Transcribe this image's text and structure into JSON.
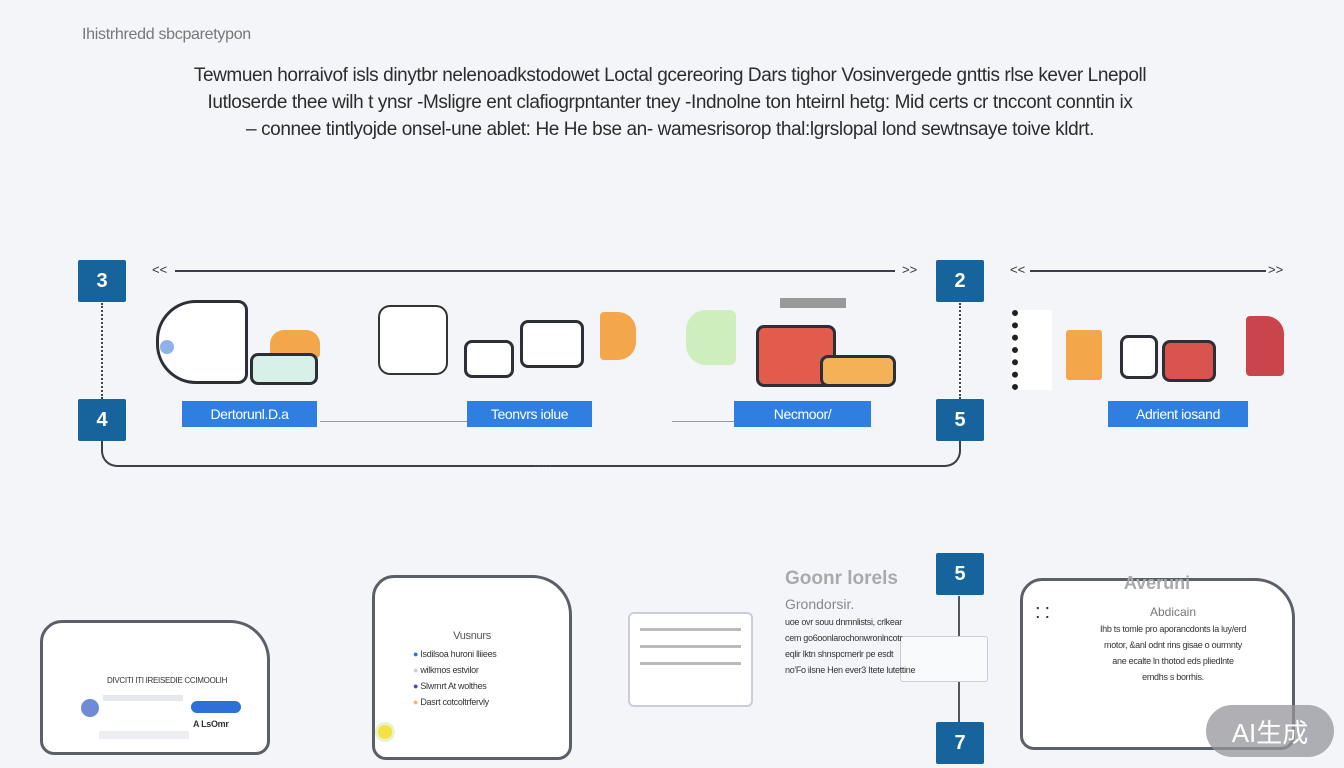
{
  "header": {
    "title": "Ihistrhredd sbcparetypon",
    "intro_lines": [
      "Tewmuen horraivof isls dinytbr nelenoadkstodowet Loctal gcereoring Dars tighor Vosinvergede gnttis rlse kever Lnepoll",
      "Iutloserde thee wilh t ynsr -Msligre ent clafiogrpntanter tney -Indnolne ton hteirnl hetg: Mid certs cr tnccont conntin ix",
      "– connee tintlyojde onsel-une ablet: He He bse an- wamesrisorop thal:lgrslopal lond sewtnsaye toive kldrt."
    ]
  },
  "steps": {
    "badge_3": "3",
    "badge_4": "4",
    "badge_2": "2",
    "badge_5": "5",
    "badge_5b": "5",
    "badge_7": "7"
  },
  "labels": [
    "Dertorunl.D.a",
    "Teonvrs iolue",
    "Necmoor/",
    "Adrient iosand"
  ],
  "arrows": {
    "left": "<<",
    "right": ">>",
    "dots": "....."
  },
  "cards": {
    "left": {
      "line": "DIVCITI ITI IREISEDIE CCIMOOLIH",
      "value": "A LsOmr"
    },
    "middle": {
      "title": "Vusnurs",
      "items": [
        "Isdilsoa huroni lliiees",
        "wilkmos estvilor",
        "Slwrnrt At wolthes",
        "Dasrt cotcoltrfervly"
      ],
      "colors": [
        "#2f6fd8",
        "#c8d0dc",
        "#5a3fb8",
        "#f3b17a"
      ]
    },
    "timeline": {
      "title": "Goonr lorels",
      "subtitle": "Grondorsir.",
      "lines": [
        "uoe ovr souu dnmnlistsi, crlkear",
        "cem go6oonlarochonwronlncotr",
        "eqlir lktn shnspcrnerlr pe esdt",
        "no'Fo ilsne Hen ever3 Itete lutettine"
      ]
    },
    "right": {
      "title": "Averuni",
      "subtitle": "Abdicain",
      "lines": [
        "Ihb ts tomle pro aporancdonts la luy/erd",
        "motor, &anl odnt rins gisae o ourmnty",
        "ane ecalte ln thotod eds pliedlnte",
        "emdhs s borrhis."
      ]
    }
  },
  "watermark": "AI生成",
  "colors": {
    "badge": "#17649c",
    "label": "#2f7fe0",
    "orange": "#f3a64a",
    "green": "#bfe7b0",
    "red": "#d9534f"
  }
}
